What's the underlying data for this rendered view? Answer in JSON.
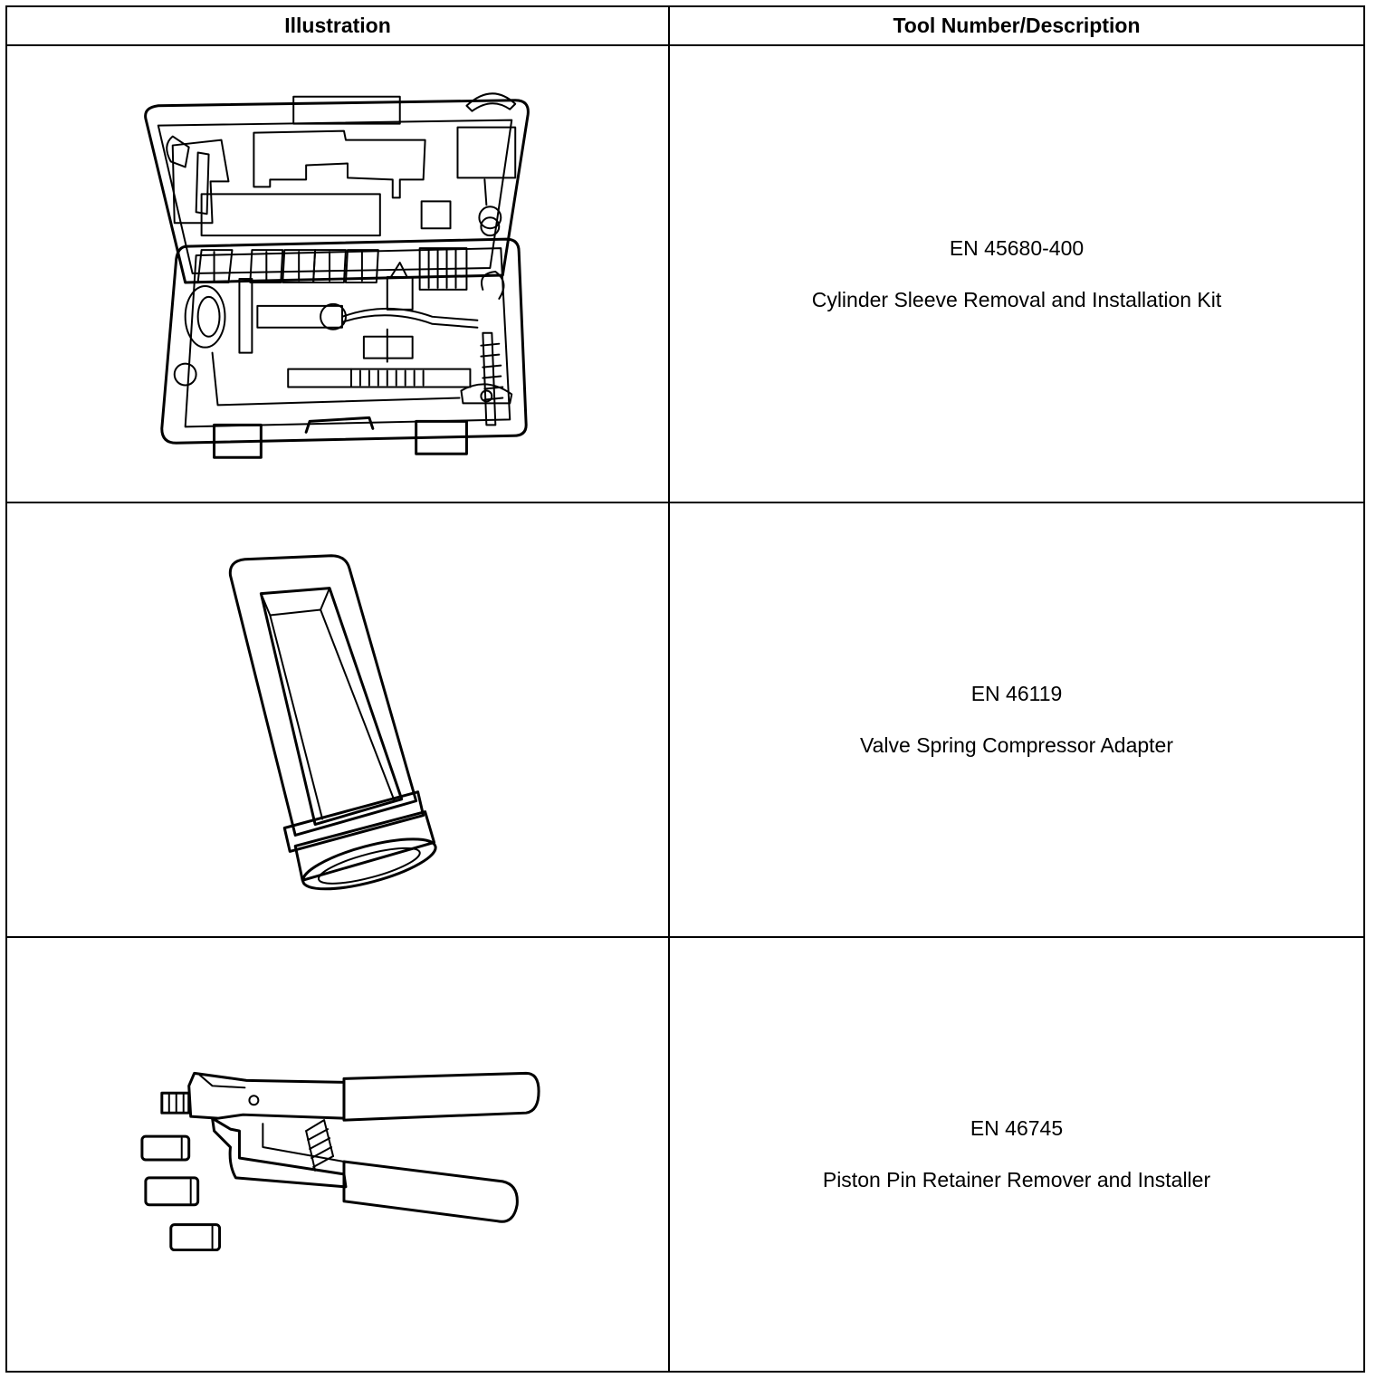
{
  "header": {
    "col_illustration": "Illustration",
    "col_tool": "Tool Number/Description"
  },
  "rows": [
    {
      "number": "EN 45680-400",
      "description": "Cylinder Sleeve Removal and Installation Kit",
      "icon": "tool-case-kit-icon"
    },
    {
      "number": "EN 46119",
      "description": "Valve Spring Compressor Adapter",
      "icon": "compressor-adapter-icon"
    },
    {
      "number": "EN 46745",
      "description": "Piston Pin Retainer Remover and Installer",
      "icon": "pliers-icon"
    }
  ]
}
